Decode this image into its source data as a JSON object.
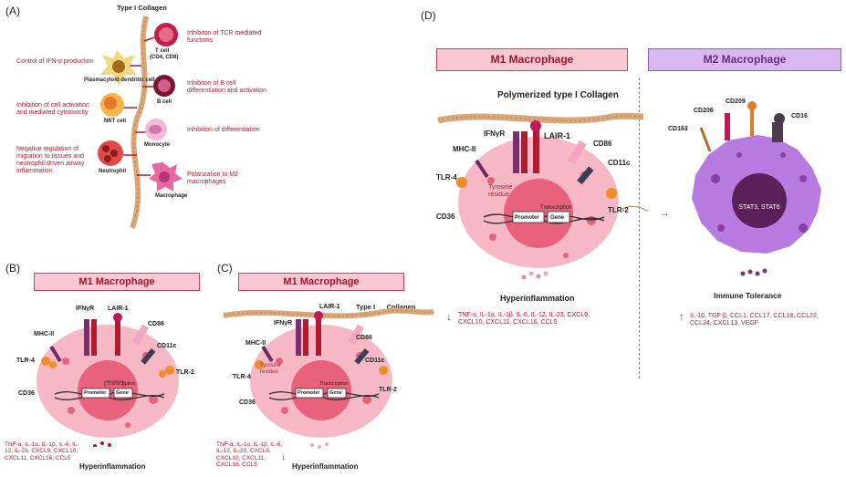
{
  "panels": {
    "a": {
      "letter": "(A)",
      "title": "Type I Collagen",
      "cells": [
        {
          "name": "T cell",
          "sub": "(CD4, CD8)",
          "effect": "Inhibiton of TCR mediated functions"
        },
        {
          "name": "Plasmacytoid dendritic cell",
          "effect": "Control of IFN-α production"
        },
        {
          "name": "B cell",
          "effect": "Inhibiton of B cell differentiation and activation"
        },
        {
          "name": "NKT cell",
          "effect": "Inhibition of cell activation and mediated cytotoxicity"
        },
        {
          "name": "Monocyte",
          "effect": "Inhibition of differentiation"
        },
        {
          "name": "Neutrophil",
          "effect": "Negative regulation of migration to tissues and neutrophil-driven airway inflammation"
        },
        {
          "name": "Macrophage",
          "effect": "Polarization to M2 macrophages"
        }
      ]
    },
    "b": {
      "letter": "(B)",
      "banner": "M1 Macrophage",
      "receptors": [
        "IFNγR",
        "LAIR-1",
        "MHC-II",
        "CD86",
        "CD11c",
        "TLR-4",
        "TLR-2",
        "CD36"
      ],
      "promoter": "Promoter",
      "gene": "Gene",
      "transcription": "Transcription",
      "cytokines": "TNF-α, IL-1α, IL-1β, IL-6, IL-12, IL-23, CXCL9, CXCL10, CXCL11, CXCL16, CCL5",
      "outcome": "Hyperinflammation"
    },
    "c": {
      "letter": "(C)",
      "banner": "M1 Macrophage",
      "collagen_label": "Type I      Collagen",
      "receptors": [
        "IFNγR",
        "LAIR-1",
        "MHC-II",
        "CD86",
        "CD11c",
        "TLR-4",
        "TLR-2",
        "CD36"
      ],
      "tyrosine": "Tyrosine residue",
      "promoter": "Promoter",
      "gene": "Gene",
      "transcription": "Transcription",
      "cytokines": "TNF-α, IL-1α, IL-1β, IL-6, IL-12, IL-23, CXCL9, CXCL10, CXCL11, CXCL16, CCL5",
      "outcome": "Hyperinflammation"
    },
    "d": {
      "letter": "(D)",
      "banner_m1": "M1 Macrophage",
      "banner_m2": "M2 Macrophage",
      "collagen_label": "Polymerized type I Collagen",
      "m1_receptors": [
        "IFNγR",
        "LAIR-1",
        "MHC-II",
        "CD86",
        "CD11c",
        "TLR-4",
        "TLR-2",
        "CD36"
      ],
      "tyrosine": "Tyrosine residue",
      "promoter": "Promoter",
      "gene": "Gene",
      "transcription": "Transcription",
      "m1_cytokines": "TNF-α, IL-1α, IL-1β, IL-6, IL-12, IL-23, CXCL9, CXCL10, CXCL11, CXCL16, CCL5",
      "m1_outcome": "Hyperinflammation",
      "m2_receptors": [
        "CD209",
        "CD206",
        "CD163",
        "CD16"
      ],
      "m2_nucleus": "STAT3, STAT6",
      "m2_outcome": "Immune Tolerance",
      "m2_cytokines": "IL-10, TGF-β, CCL1, CCL17, CCL18, CCL22, CCL24, CXCL13, VEGF"
    }
  }
}
